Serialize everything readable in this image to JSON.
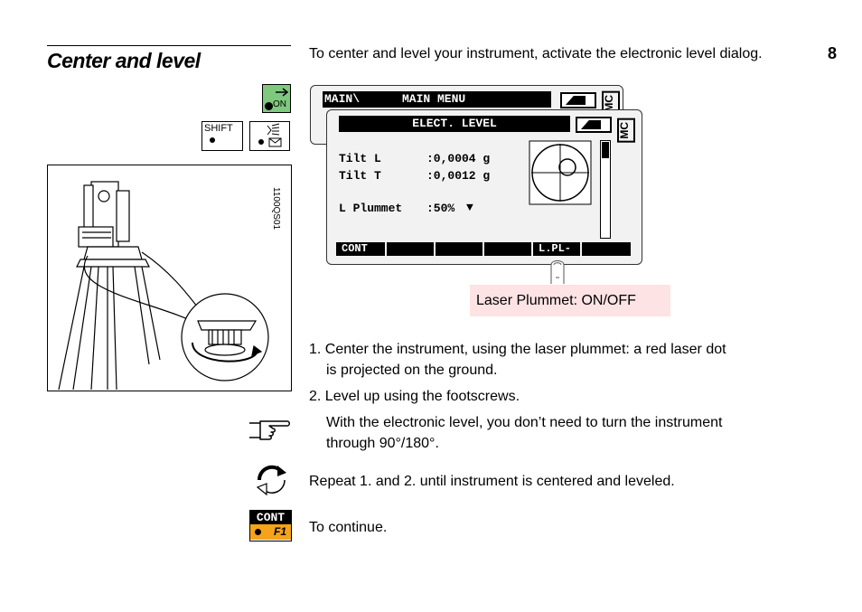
{
  "page": {
    "number": "8"
  },
  "section": {
    "title": "Center and level",
    "intro": "To center and level your instrument, activate the electronic level dialog."
  },
  "keys": {
    "on_label": "ON",
    "shift_label": "SHIFT",
    "cont_label": "CONT",
    "f1_label": "F1"
  },
  "illustration": {
    "code": "1100QS01"
  },
  "screen_back": {
    "path": "MAIN\\",
    "title": "MAIN MENU",
    "mode": "MC"
  },
  "screen_front": {
    "title": "ELECT. LEVEL",
    "mode": "MC",
    "rows": [
      {
        "label": "Tilt L",
        "value": ":0,0004 g"
      },
      {
        "label": "Tilt T",
        "value": ":0,0012 g"
      }
    ],
    "plummet": {
      "label": "L Plummet",
      "value": ":50%",
      "arrow": "▼",
      "level": 0.5
    },
    "softkeys": [
      "CONT",
      "",
      "",
      "",
      "L.PL-",
      ""
    ]
  },
  "callout": "Laser Plummet: ON/OFF",
  "steps": [
    "1. Center the instrument, using the laser plummet: a red laser dot",
    "is projected on the ground.",
    "2. Level up using the footscrews."
  ],
  "note": [
    "With the electronic level, you don’t need to turn the instrument",
    "through 90°/180°."
  ],
  "repeat": "Repeat 1. and 2. until instrument is centered and leveled.",
  "continue": "To continue."
}
